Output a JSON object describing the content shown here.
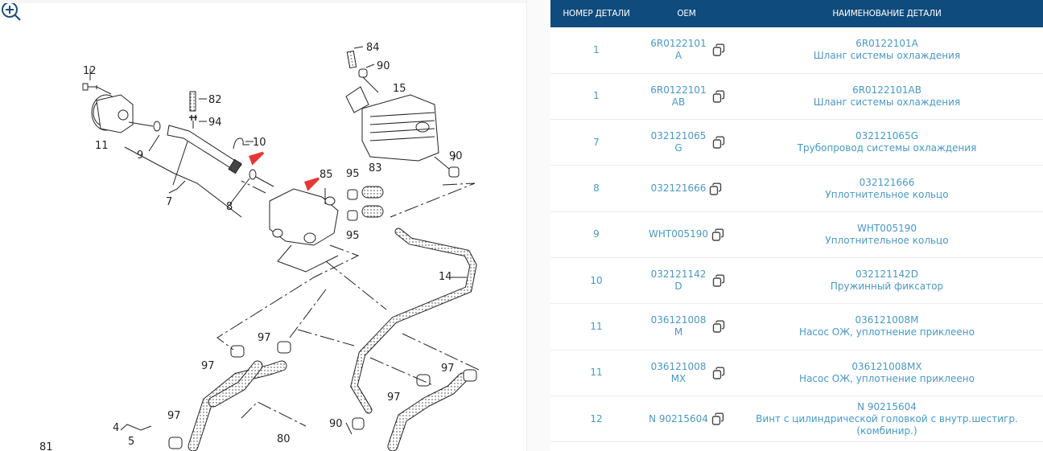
{
  "diagram": {
    "callouts": [
      "12",
      "11",
      "9",
      "7",
      "82",
      "94",
      "10",
      "8",
      "85",
      "95",
      "95",
      "83",
      "84",
      "90",
      "15",
      "90",
      "14",
      "97",
      "97",
      "97",
      "97",
      "97",
      "90",
      "80",
      "4",
      "5",
      "81"
    ],
    "highlight_color": "#e53935",
    "zoom_button": "zoom-in-icon"
  },
  "table": {
    "header_bg": "#0f4b7c",
    "link_color": "#4a98c2",
    "columns": [
      "НОМЕР ДЕТАЛИ",
      "OEM",
      "НАИМЕНОВАНИЕ ДЕТАЛИ"
    ],
    "rows": [
      {
        "num": "1",
        "oem": "6R0122101A",
        "code": "6R0122101A",
        "desc": "Шланг системы охлаждения"
      },
      {
        "num": "1",
        "oem": "6R0122101AB",
        "code": "6R0122101AB",
        "desc": "Шланг системы охлаждения"
      },
      {
        "num": "7",
        "oem": "032121065G",
        "code": "032121065G",
        "desc": "Трубопровод системы охлаждения"
      },
      {
        "num": "8",
        "oem": "032121666",
        "code": "032121666",
        "desc": "Уплотнительное кольцо"
      },
      {
        "num": "9",
        "oem": "WHT005190",
        "code": "WHT005190",
        "desc": "Уплотнительное кольцо"
      },
      {
        "num": "10",
        "oem": "032121142D",
        "code": "032121142D",
        "desc": "Пружинный фиксатор"
      },
      {
        "num": "11",
        "oem": "036121008M",
        "code": "036121008M",
        "desc": "Насос ОЖ, уплотнение приклеено"
      },
      {
        "num": "11",
        "oem": "036121008MX",
        "code": "036121008MX",
        "desc": "Насос ОЖ, уплотнение приклеено"
      },
      {
        "num": "12",
        "oem": "N 90215604",
        "code": "N 90215604",
        "desc": "Винт с цилиндрической головкой с внутр.шестигр. (комбинир.)"
      }
    ]
  }
}
